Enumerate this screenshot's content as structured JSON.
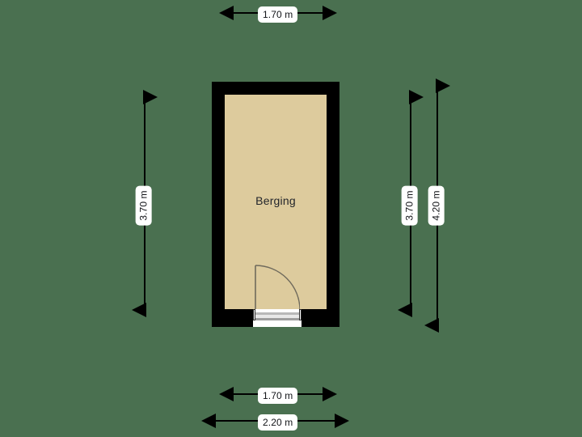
{
  "plan": {
    "background_color": "#4a7050",
    "wall_color": "#000000",
    "floor_color": "#ddcb9d",
    "room": {
      "label": "Berging"
    },
    "door": {
      "name": "door-swing"
    }
  },
  "dimensions": {
    "top": [
      {
        "id": "top-width-inner",
        "value": "1.70 m",
        "orientation": "horizontal"
      }
    ],
    "left": [
      {
        "id": "left-height-inner",
        "value": "3.70 m",
        "orientation": "vertical"
      }
    ],
    "right": [
      {
        "id": "right-height-inner",
        "value": "3.70 m",
        "orientation": "vertical"
      },
      {
        "id": "right-height-outer",
        "value": "4.20 m",
        "orientation": "vertical"
      }
    ],
    "bottom": [
      {
        "id": "bottom-width-inner",
        "value": "1.70 m",
        "orientation": "horizontal"
      },
      {
        "id": "bottom-width-outer",
        "value": "2.20 m",
        "orientation": "horizontal"
      }
    ]
  }
}
